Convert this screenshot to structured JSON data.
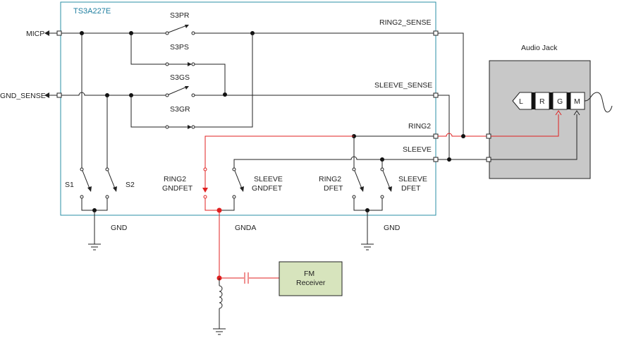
{
  "chip": {
    "name": "TS3A227E"
  },
  "ports": {
    "micp": "MICP",
    "gnd_sense": "GND_SENSE",
    "ring2_sense": "RING2_SENSE",
    "sleeve_sense": "SLEEVE_SENSE",
    "ring2": "RING2",
    "sleeve": "SLEEVE"
  },
  "switches": {
    "s3pr": "S3PR",
    "s3ps": "S3PS",
    "s3gs": "S3GS",
    "s3gr": "S3GR",
    "s1": "S1",
    "s2": "S2",
    "ring2_gndfet": [
      "RING2",
      "GNDFET"
    ],
    "sleeve_gndfet": [
      "SLEEVE",
      "GNDFET"
    ],
    "ring2_dfet": [
      "RING2",
      "DFET"
    ],
    "sleeve_dfet": [
      "SLEEVE",
      "DFET"
    ]
  },
  "grounds": {
    "gnd_left": "GND",
    "gnda": "GNDA",
    "gnd_right": "GND"
  },
  "audio_jack": {
    "title": "Audio Jack",
    "contacts": [
      "L",
      "R",
      "G",
      "M"
    ]
  },
  "fm_receiver": [
    "FM",
    "Receiver"
  ],
  "colors": {
    "wire": "#222222",
    "red_path": "#e02020",
    "chip_border": "#2a8fa6",
    "chip_label": "#1f7fa0",
    "jack_fill": "#c8c8c8",
    "fm_fill": "#d7e4bd"
  }
}
